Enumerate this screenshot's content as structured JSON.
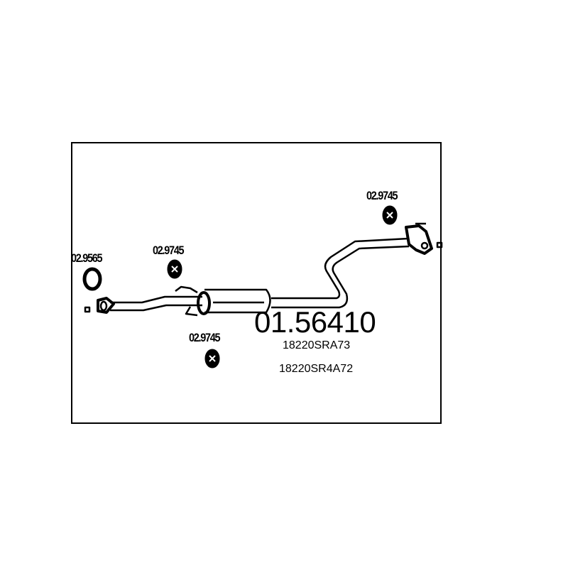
{
  "diagram": {
    "main_part_number": "01.56410",
    "oe_numbers": [
      "18220SRA73",
      "18220SR4A72"
    ],
    "components": [
      {
        "ref": "02.9565",
        "type": "gasket-ring"
      },
      {
        "ref": "02.9745",
        "type": "rubber-hanger"
      },
      {
        "ref": "02.9745",
        "type": "rubber-hanger"
      },
      {
        "ref": "02.9745",
        "type": "rubber-hanger"
      }
    ]
  }
}
